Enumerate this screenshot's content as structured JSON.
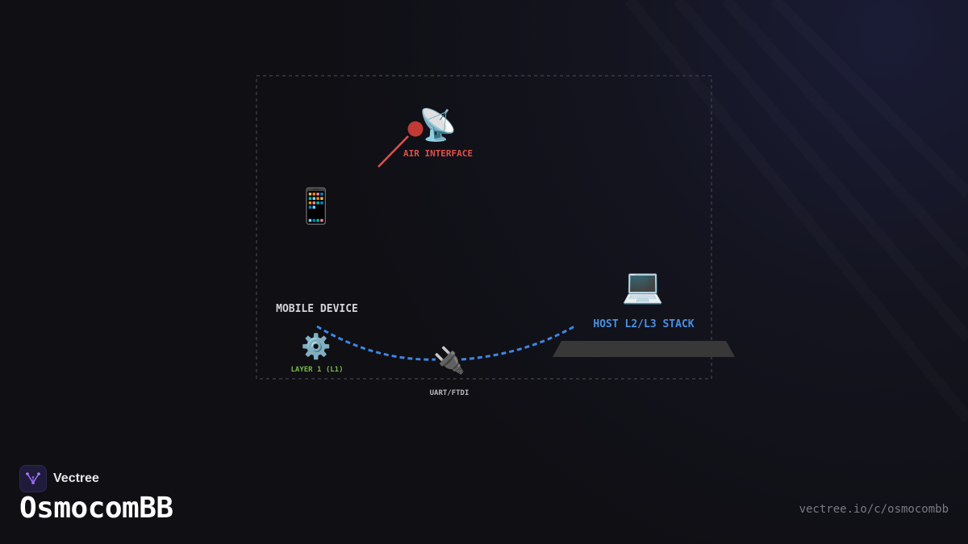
{
  "diagram": {
    "air_interface_label": "AIR INTERFACE",
    "mobile_device_label": "MOBILE DEVICE",
    "layer1_label": "LAYER 1 (L1)",
    "uart_label": "UART/FTDI",
    "host_label": "HOST L2/L3 STACK",
    "icons": {
      "antenna": "📡",
      "phone": "📱",
      "gear": "⚙️",
      "plug": "🔌",
      "laptop": "💻"
    },
    "colors": {
      "air_interface": "#e0504a",
      "link": "#3d86e0",
      "host": "#4a90e2",
      "layer1": "#7ab84a",
      "mobile": "#d6d6da",
      "uart": "#b8b8be"
    }
  },
  "footer": {
    "brand": "Vectree",
    "title": "OsmocomBB",
    "url": "vectree.io/c/osmocombb"
  }
}
